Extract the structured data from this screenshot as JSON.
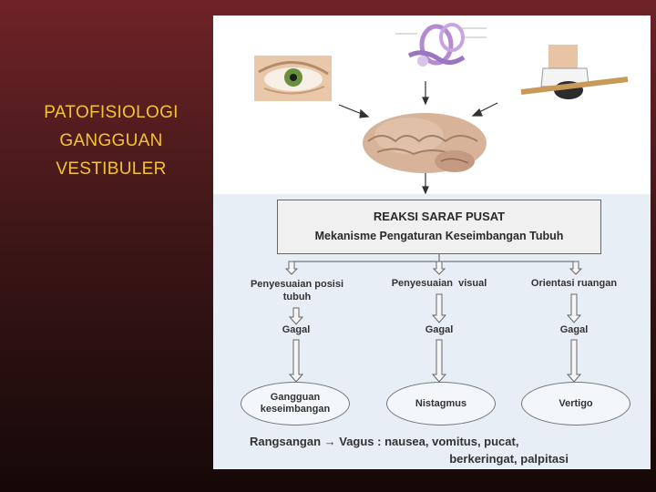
{
  "slide": {
    "title_lines": [
      "PATOFISIOLOGI",
      "GANGGUAN",
      "VESTIBULER"
    ],
    "title_color": "#f4c430"
  },
  "top_images": {
    "eye": "eye-image",
    "inner_ear": "inner-ear-image",
    "foot_balance": "balance-board-image",
    "brain": "brain-image"
  },
  "diagram": {
    "reaksi_title": "REAKSI SARAF PUSAT",
    "reaksi_subtitle": "Mekanisme Pengaturan Keseimbangan Tubuh",
    "branches": [
      {
        "label_lines": [
          "Penyesuaian posisi",
          "tubuh"
        ],
        "status": "Gagal",
        "outcome_lines": [
          "Gangguan",
          "keseimbangan"
        ]
      },
      {
        "label_lines": [
          "Penyesuaian  visual"
        ],
        "status": "Gagal",
        "outcome_lines": [
          "Nistagmus"
        ]
      },
      {
        "label_lines": [
          "Orientasi ruangan"
        ],
        "status": "Gagal",
        "outcome_lines": [
          "Vertigo"
        ]
      }
    ],
    "footer_line1": "Rangsangan → Vagus : nausea, vomitus, pucat,",
    "footer_line2": "berkeringat, palpitasi"
  }
}
